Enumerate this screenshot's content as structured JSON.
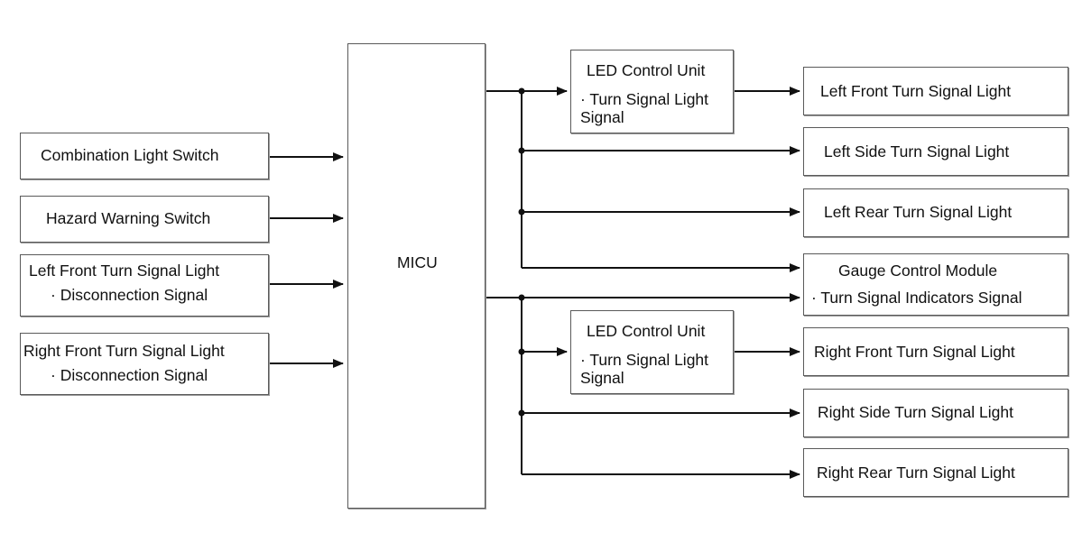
{
  "inputs": {
    "combination_switch": "Combination Light Switch",
    "hazard_switch": "Hazard Warning Switch",
    "lf_disconnect_l1": "Left Front Turn Signal Light",
    "lf_disconnect_l2": "· Disconnection Signal",
    "rf_disconnect_l1": "Right Front Turn Signal Light",
    "rf_disconnect_l2": "· Disconnection Signal"
  },
  "micu": {
    "label": "MICU"
  },
  "led_units": {
    "left": {
      "title": "LED Control Unit",
      "line2": "· Turn Signal Light",
      "line3": "Signal"
    },
    "right": {
      "title": "LED Control Unit",
      "line2": "· Turn Signal Light",
      "line3": "Signal"
    }
  },
  "outputs": {
    "left_front": "Left Front Turn Signal Light",
    "left_side": "Left Side Turn Signal Light",
    "left_rear": "Left Rear Turn Signal Light",
    "gauge_l1": "Gauge Control Module",
    "gauge_l2": "· Turn Signal Indicators Signal",
    "right_front": "Right Front Turn Signal Light",
    "right_side": "Right Side Turn Signal Light",
    "right_rear": "Right Rear Turn Signal Light"
  }
}
